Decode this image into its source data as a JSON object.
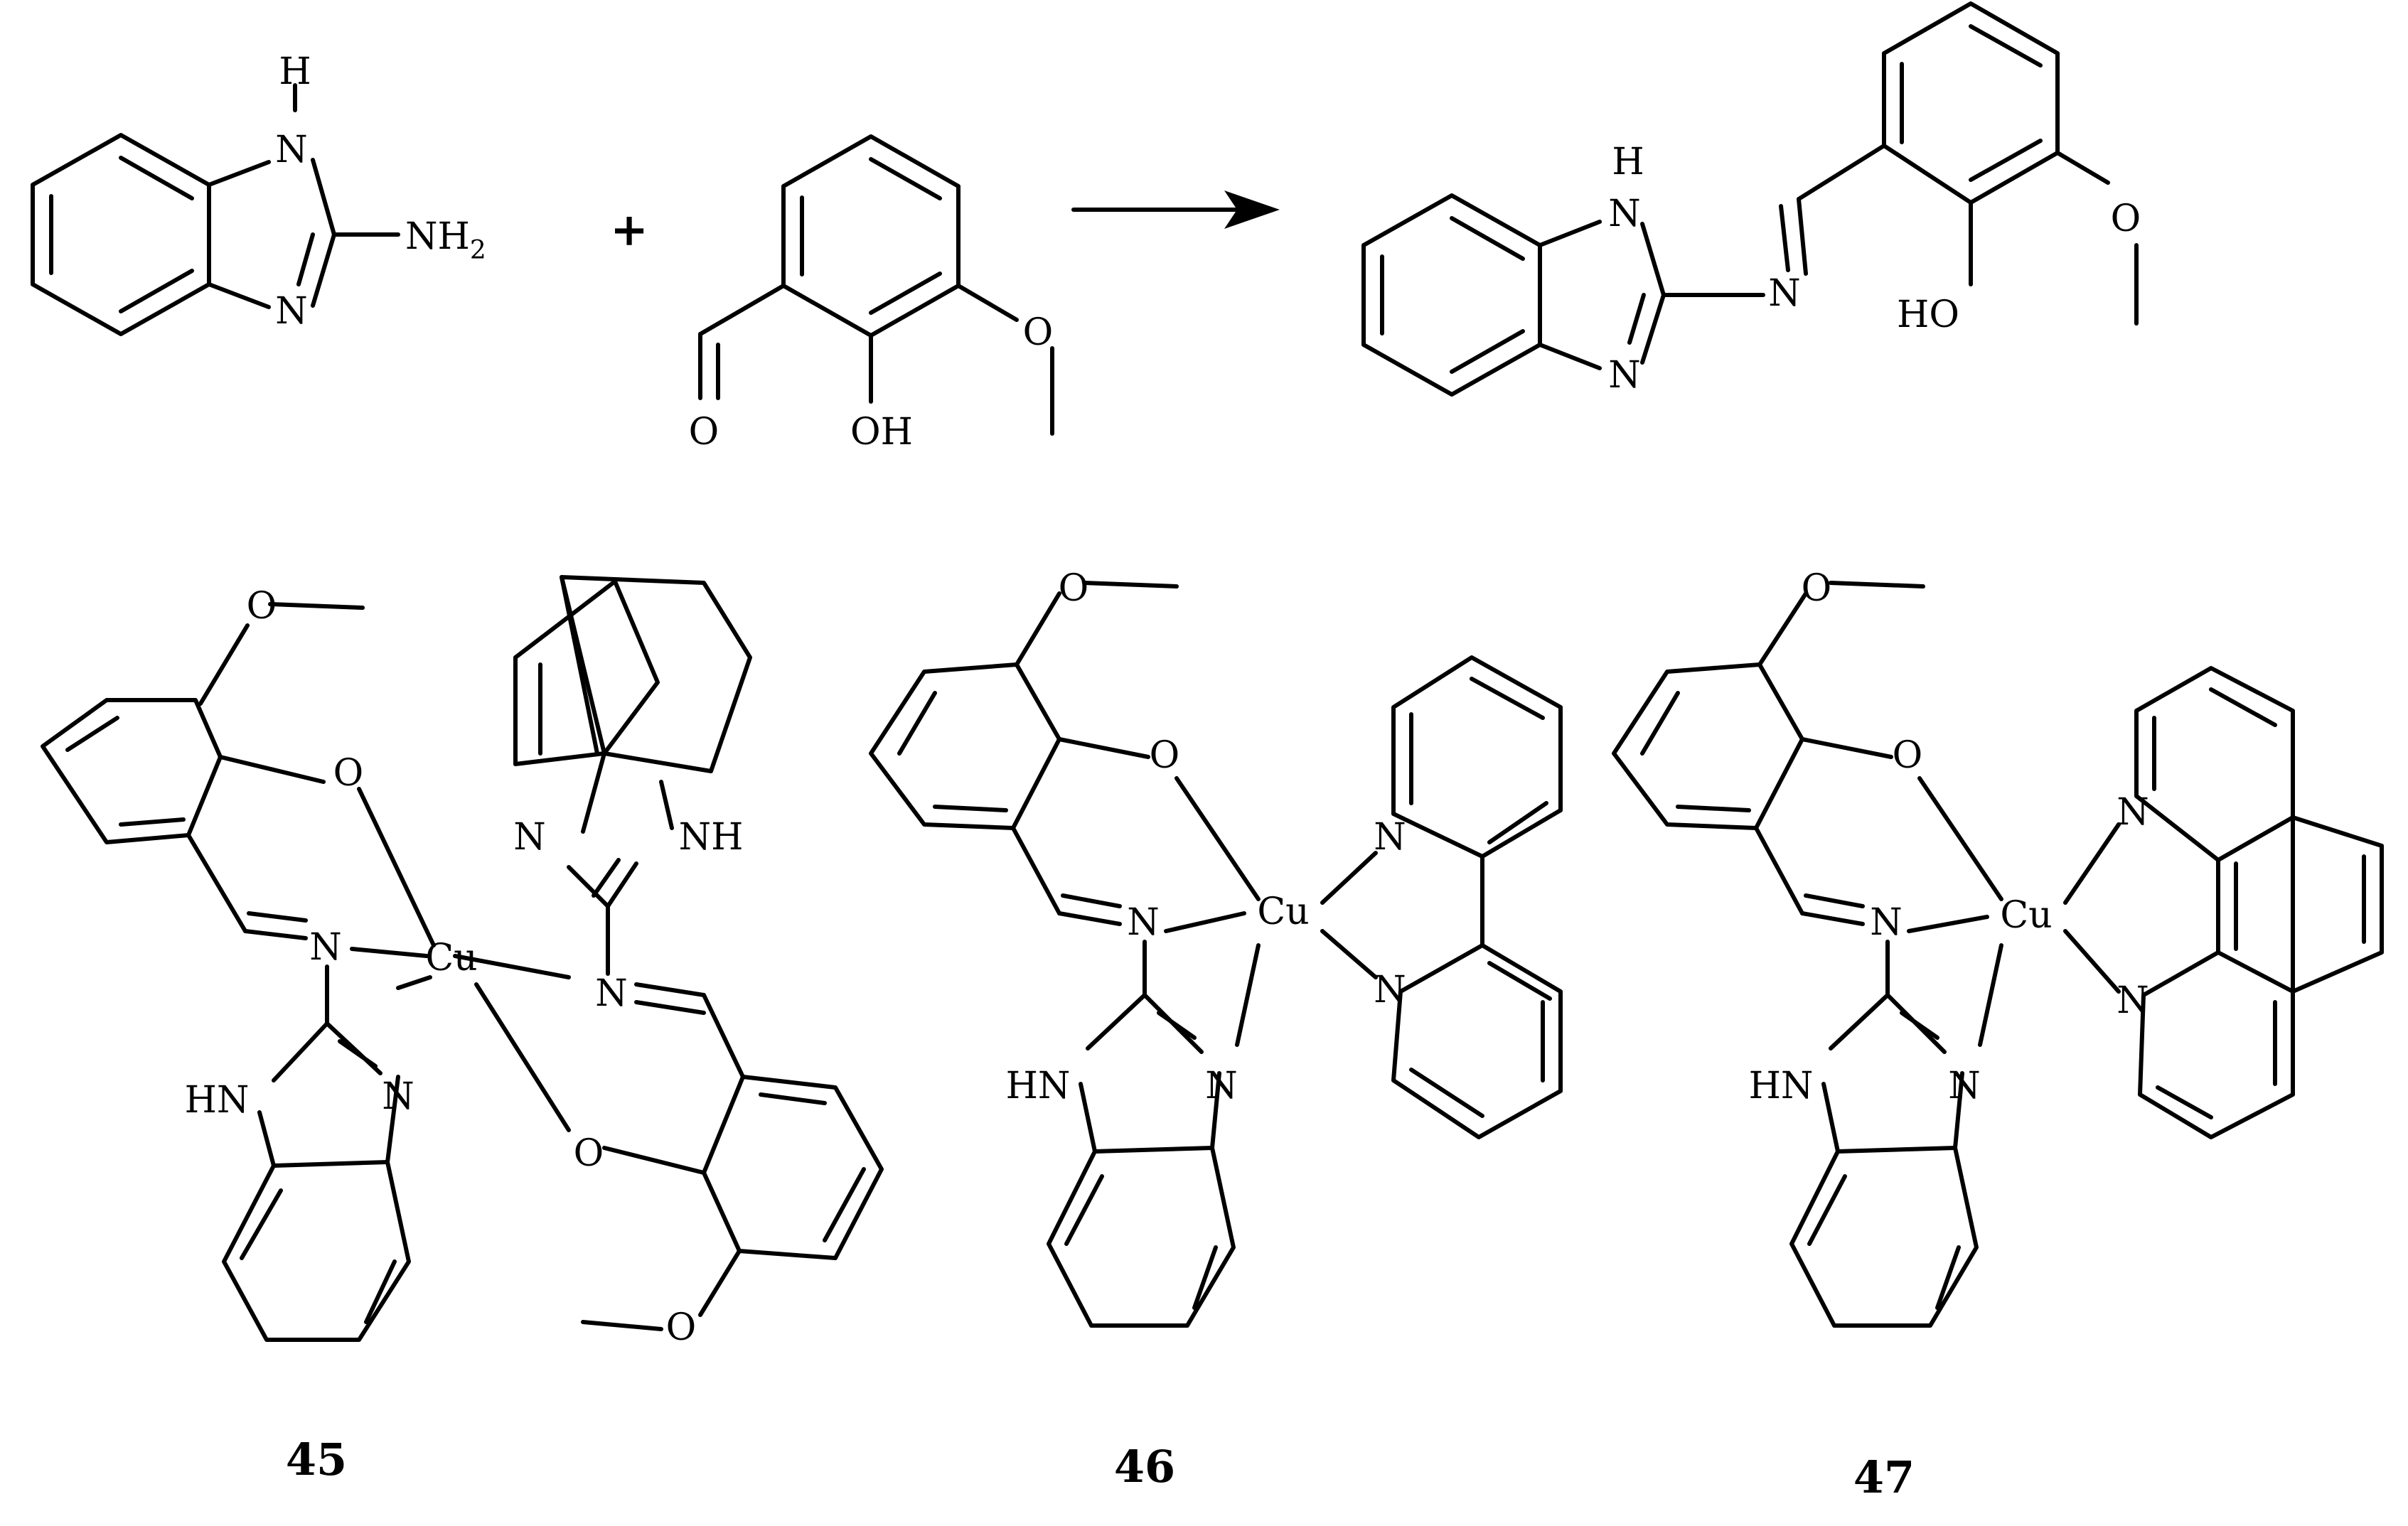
{
  "reaction": {
    "plus_sign": "+",
    "reactant_1": {
      "ring_h": "H",
      "ring_n": "N",
      "amine": "NH",
      "amine_sub": "2"
    },
    "reactant_2": {
      "carbonyl_o": "O",
      "hydroxyl": "OH",
      "methoxy_o": "O"
    },
    "product": {
      "ring_nh": "H",
      "ring_n_top": "N",
      "ring_n": "N",
      "imine_n": "N",
      "hydroxyl": "HO",
      "methoxy_o": "O"
    }
  },
  "complexes": [
    {
      "label": "45",
      "metal": "Cu",
      "atoms": {
        "phenoxo_o_1": "O",
        "methoxy_o_1": "O",
        "imine_n_1": "N",
        "benzimidazole_n_1": "N",
        "benzimidazole_nh_1": "HN",
        "phenoxo_o_2": "O",
        "methoxy_o_2": "O",
        "imine_n_2": "N",
        "benzimidazole_n_2": "N",
        "benzimidazole_nh_2": "NH"
      }
    },
    {
      "label": "46",
      "metal": "Cu",
      "atoms": {
        "phenoxo_o": "O",
        "methoxy_o": "O",
        "imine_n": "N",
        "benzimidazole_n": "N",
        "benzimidazole_nh": "HN",
        "bipyridine_n_1": "N",
        "bipyridine_n_2": "N"
      }
    },
    {
      "label": "47",
      "metal": "Cu",
      "atoms": {
        "phenoxo_o": "O",
        "methoxy_o": "O",
        "imine_n": "N",
        "benzimidazole_n": "N",
        "benzimidazole_nh": "HN",
        "phenanthroline_n_1": "N",
        "phenanthroline_n_2": "N"
      }
    }
  ]
}
